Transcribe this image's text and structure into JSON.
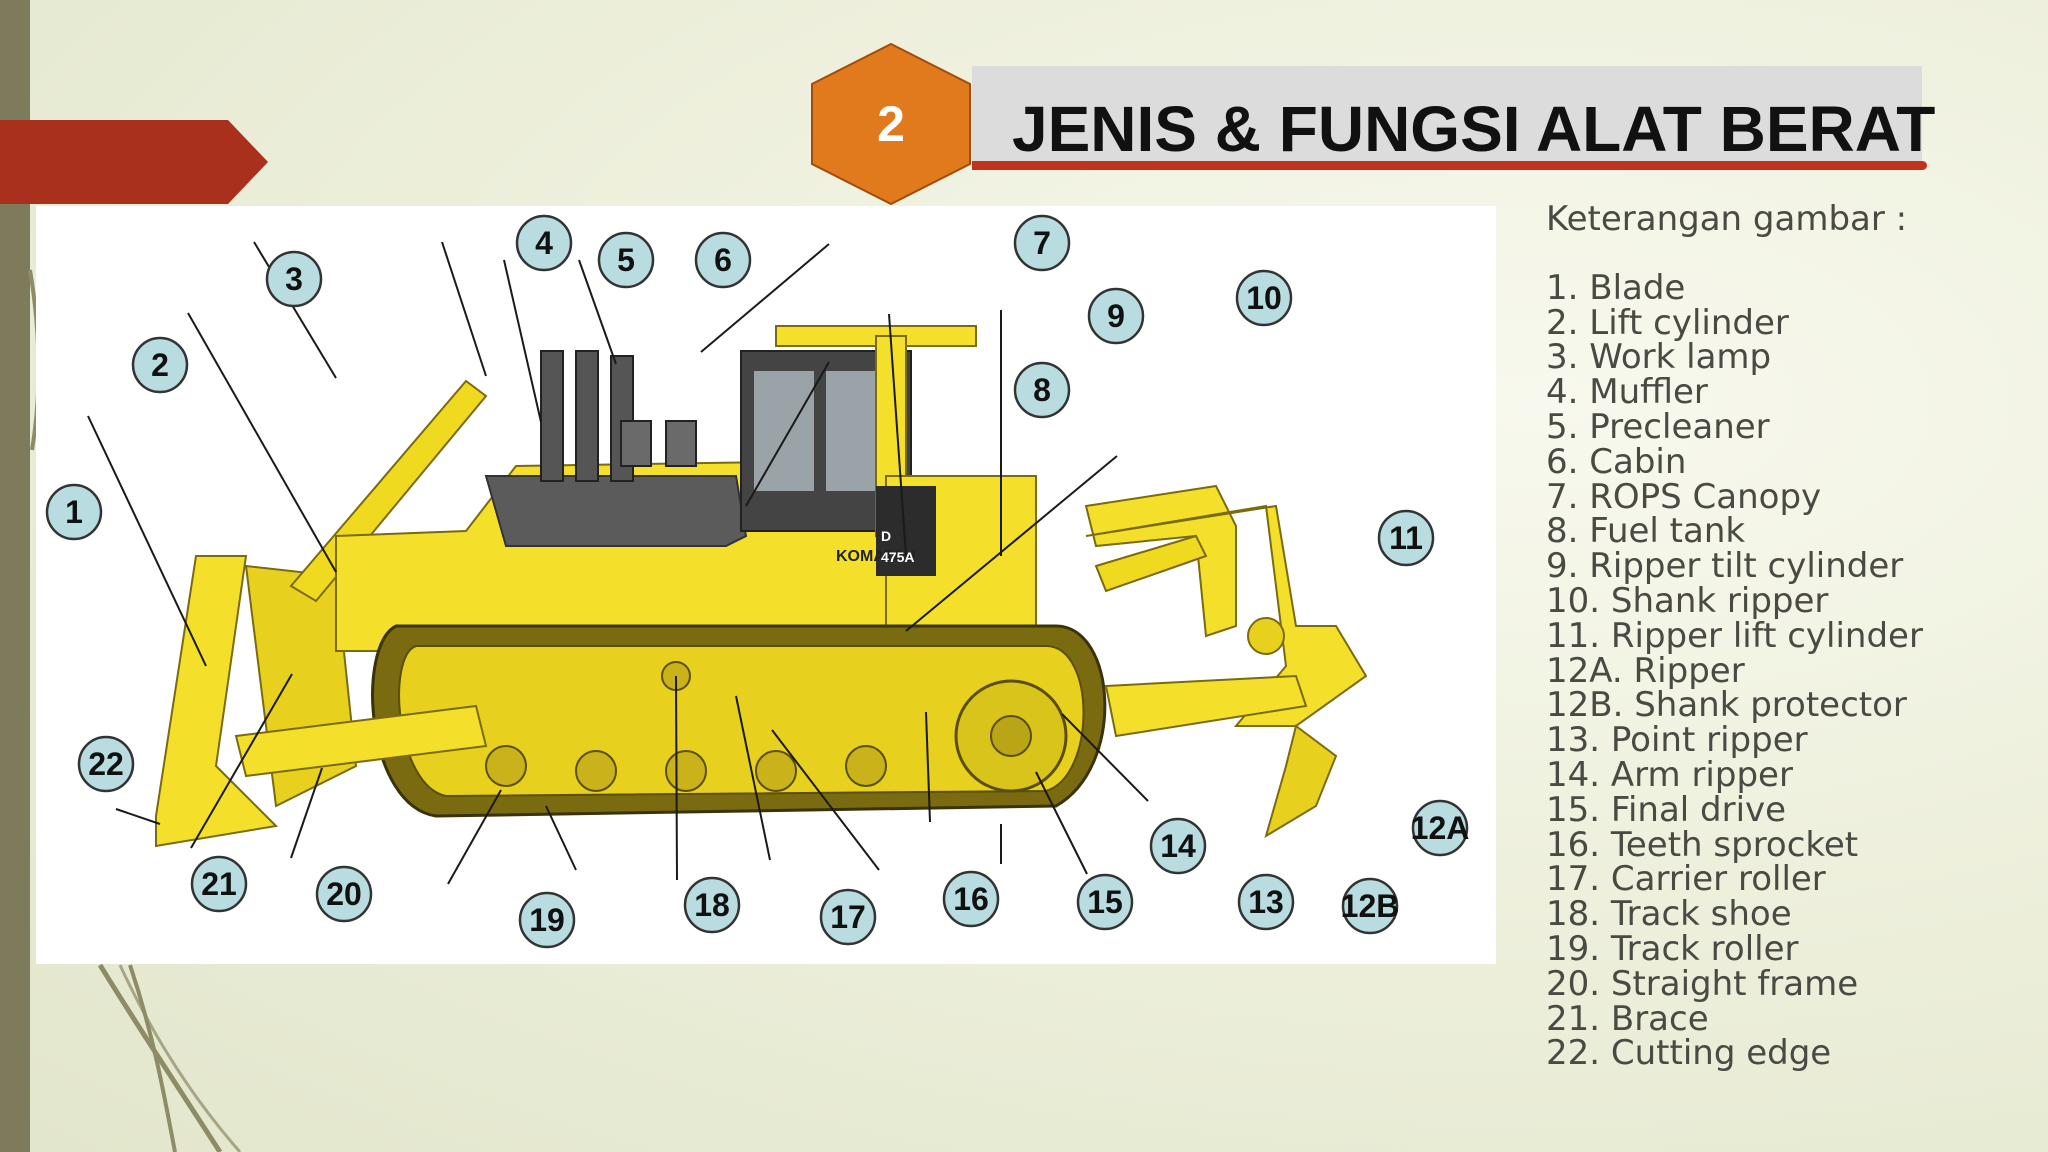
{
  "slide": {
    "number": "2",
    "title": "JENIS & FUNGSI ALAT BERAT"
  },
  "image": {
    "brand_text": "KOMATSU",
    "model_line1": "D",
    "model_line2": "475A"
  },
  "legend": {
    "heading": "Keterangan gambar :",
    "items": [
      "1. Blade",
      "2. Lift cylinder",
      "3. Work lamp",
      "4. Muffler",
      "5. Precleaner",
      "6. Cabin",
      "7. ROPS Canopy",
      "8. Fuel tank",
      "9. Ripper tilt cylinder",
      "10. Shank ripper",
      "11. Ripper lift cylinder",
      "12A. Ripper",
      "12B. Shank protector",
      "13. Point ripper",
      "14. Arm ripper",
      "15. Final drive",
      "16. Teeth sprocket",
      "17. Carrier roller",
      "18. Track shoe",
      "19. Track roller",
      "20. Straight frame",
      "21. Brace",
      "22. Cutting edge"
    ]
  },
  "callouts": [
    "1",
    "2",
    "3",
    "4",
    "5",
    "6",
    "7",
    "8",
    "9",
    "10",
    "11",
    "12A",
    "12B",
    "13",
    "14",
    "15",
    "16",
    "17",
    "18",
    "19",
    "20",
    "21",
    "22"
  ],
  "colors": {
    "accent_red": "#c0341f",
    "badge_orange": "#e07a1c",
    "machine_yellow": "#f4e02a",
    "callout_fill": "#b8dce0"
  }
}
